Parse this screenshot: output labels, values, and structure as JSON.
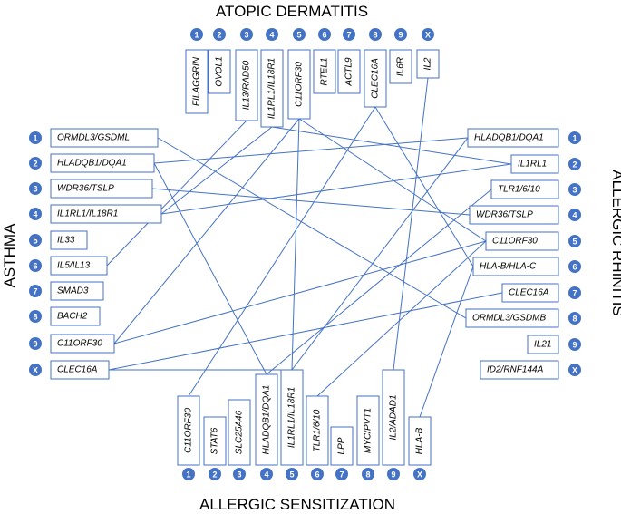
{
  "titles": {
    "top": "ATOPIC DERMATITIS",
    "bottom": "ALLERGIC SENSITIZATION",
    "left": "ASTHMA",
    "right": "ALLERGIC RHINITIS"
  },
  "badge_labels": [
    "1",
    "2",
    "3",
    "4",
    "5",
    "6",
    "7",
    "8",
    "9",
    "X"
  ],
  "groups": {
    "atopic_dermatitis": [
      "FILAGGRIN",
      "OVOL1",
      "IL13/RAD50",
      "IL1RL1/IL18R1",
      "C11ORF30",
      "RTEL1",
      "ACTL9",
      "CLEC16A",
      "IL6R",
      "IL2"
    ],
    "asthma": [
      "ORMDL3/GSDML",
      "HLADQB1/DQA1",
      "WDR36/TSLP",
      "IL1RL1/IL18R1",
      "IL33",
      "IL5/IL13",
      "SMAD3",
      "BACH2",
      "C11ORF30",
      "CLEC16A"
    ],
    "allergic_rhinitis": [
      "HLADQB1/DQA1",
      "IL1RL1",
      "TLR1/6/10",
      "WDR36/TSLP",
      "C11ORF30",
      "HLA-B/HLA-C",
      "CLEC16A",
      "ORMDL3/GSDMB",
      "IL21",
      "ID2/RNF144A"
    ],
    "allergic_sensitization": [
      "C11ORF30",
      "STAT6",
      "SLC25A46",
      "HLADQB1/DQA1",
      "IL1RL1/IL18R1",
      "TLR1/6/10",
      "LPP",
      "MYC/PVT1",
      "IL2/ADAD1",
      "HLA-B"
    ]
  },
  "connections": [
    [
      "asthma",
      1,
      "allergic_rhinitis",
      8
    ],
    [
      "asthma",
      2,
      "allergic_rhinitis",
      1
    ],
    [
      "asthma",
      2,
      "allergic_sensitization",
      4
    ],
    [
      "asthma",
      3,
      "allergic_rhinitis",
      4
    ],
    [
      "asthma",
      4,
      "allergic_rhinitis",
      2
    ],
    [
      "asthma",
      4,
      "atopic_dermatitis",
      4
    ],
    [
      "asthma",
      6,
      "atopic_dermatitis",
      3
    ],
    [
      "asthma",
      9,
      "atopic_dermatitis",
      5
    ],
    [
      "asthma",
      9,
      "allergic_rhinitis",
      5
    ],
    [
      "asthma",
      10,
      "allergic_rhinitis",
      7
    ],
    [
      "asthma",
      10,
      "allergic_sensitization",
      5
    ],
    [
      "atopic_dermatitis",
      4,
      "allergic_rhinitis",
      2
    ],
    [
      "atopic_dermatitis",
      5,
      "allergic_sensitization",
      5
    ],
    [
      "atopic_dermatitis",
      5,
      "allergic_rhinitis",
      5
    ],
    [
      "atopic_dermatitis",
      8,
      "allergic_rhinitis",
      6
    ],
    [
      "atopic_dermatitis",
      8,
      "allergic_sensitization",
      1
    ],
    [
      "atopic_dermatitis",
      10,
      "allergic_sensitization",
      9
    ],
    [
      "allergic_rhinitis",
      1,
      "allergic_sensitization",
      5
    ],
    [
      "allergic_rhinitis",
      3,
      "allergic_sensitization",
      4
    ],
    [
      "allergic_rhinitis",
      5,
      "allergic_sensitization",
      6
    ],
    [
      "allergic_rhinitis",
      6,
      "allergic_sensitization",
      10
    ]
  ]
}
